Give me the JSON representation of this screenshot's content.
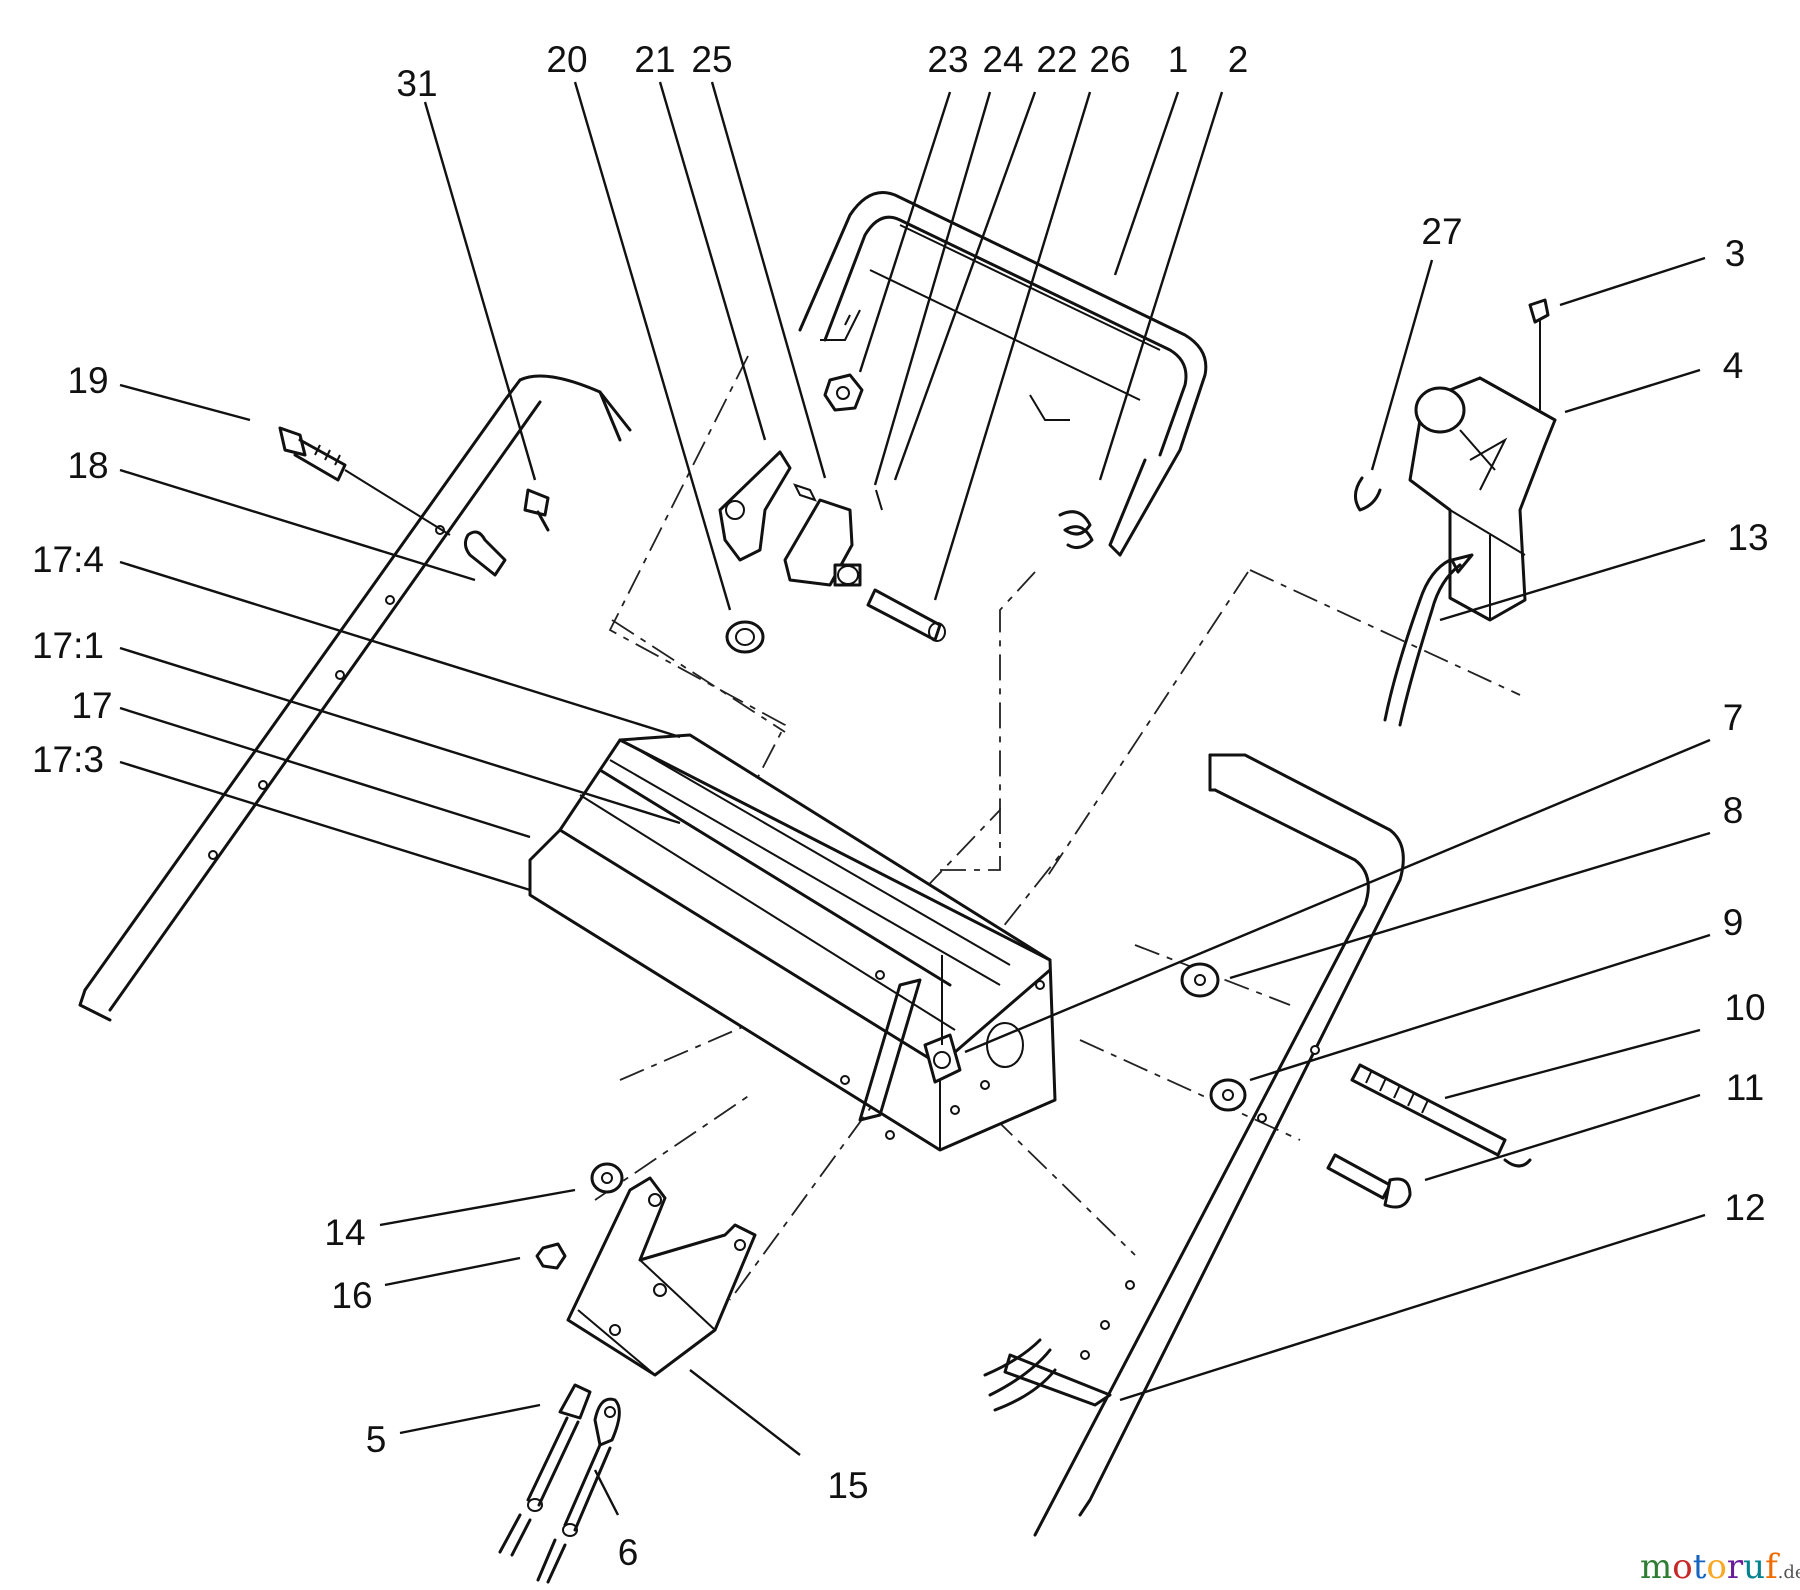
{
  "diagram": {
    "callouts": [
      {
        "id": "c1",
        "text": "1"
      },
      {
        "id": "c2",
        "text": "2"
      },
      {
        "id": "c3",
        "text": "3"
      },
      {
        "id": "c4",
        "text": "4"
      },
      {
        "id": "c5",
        "text": "5"
      },
      {
        "id": "c6",
        "text": "6"
      },
      {
        "id": "c7",
        "text": "7"
      },
      {
        "id": "c8",
        "text": "8"
      },
      {
        "id": "c9",
        "text": "9"
      },
      {
        "id": "c10",
        "text": "10"
      },
      {
        "id": "c11",
        "text": "11"
      },
      {
        "id": "c12",
        "text": "12"
      },
      {
        "id": "c13",
        "text": "13"
      },
      {
        "id": "c14",
        "text": "14"
      },
      {
        "id": "c15",
        "text": "15"
      },
      {
        "id": "c16",
        "text": "16"
      },
      {
        "id": "c17",
        "text": "17"
      },
      {
        "id": "c171",
        "text": "17:1"
      },
      {
        "id": "c173",
        "text": "17:3"
      },
      {
        "id": "c174",
        "text": "17:4"
      },
      {
        "id": "c18",
        "text": "18"
      },
      {
        "id": "c19",
        "text": "19"
      },
      {
        "id": "c20",
        "text": "20"
      },
      {
        "id": "c21",
        "text": "21"
      },
      {
        "id": "c22",
        "text": "22"
      },
      {
        "id": "c23",
        "text": "23"
      },
      {
        "id": "c24",
        "text": "24"
      },
      {
        "id": "c25",
        "text": "25"
      },
      {
        "id": "c26",
        "text": "26"
      },
      {
        "id": "c27",
        "text": "27"
      },
      {
        "id": "c31",
        "text": "31"
      }
    ]
  },
  "watermark": {
    "name": "motoruf",
    "suffix": ".de",
    "colors": [
      "#2e7d32",
      "#c62828",
      "#1565c0",
      "#f9a825",
      "#6a1b9a",
      "#00838f",
      "#ef6c00"
    ]
  }
}
